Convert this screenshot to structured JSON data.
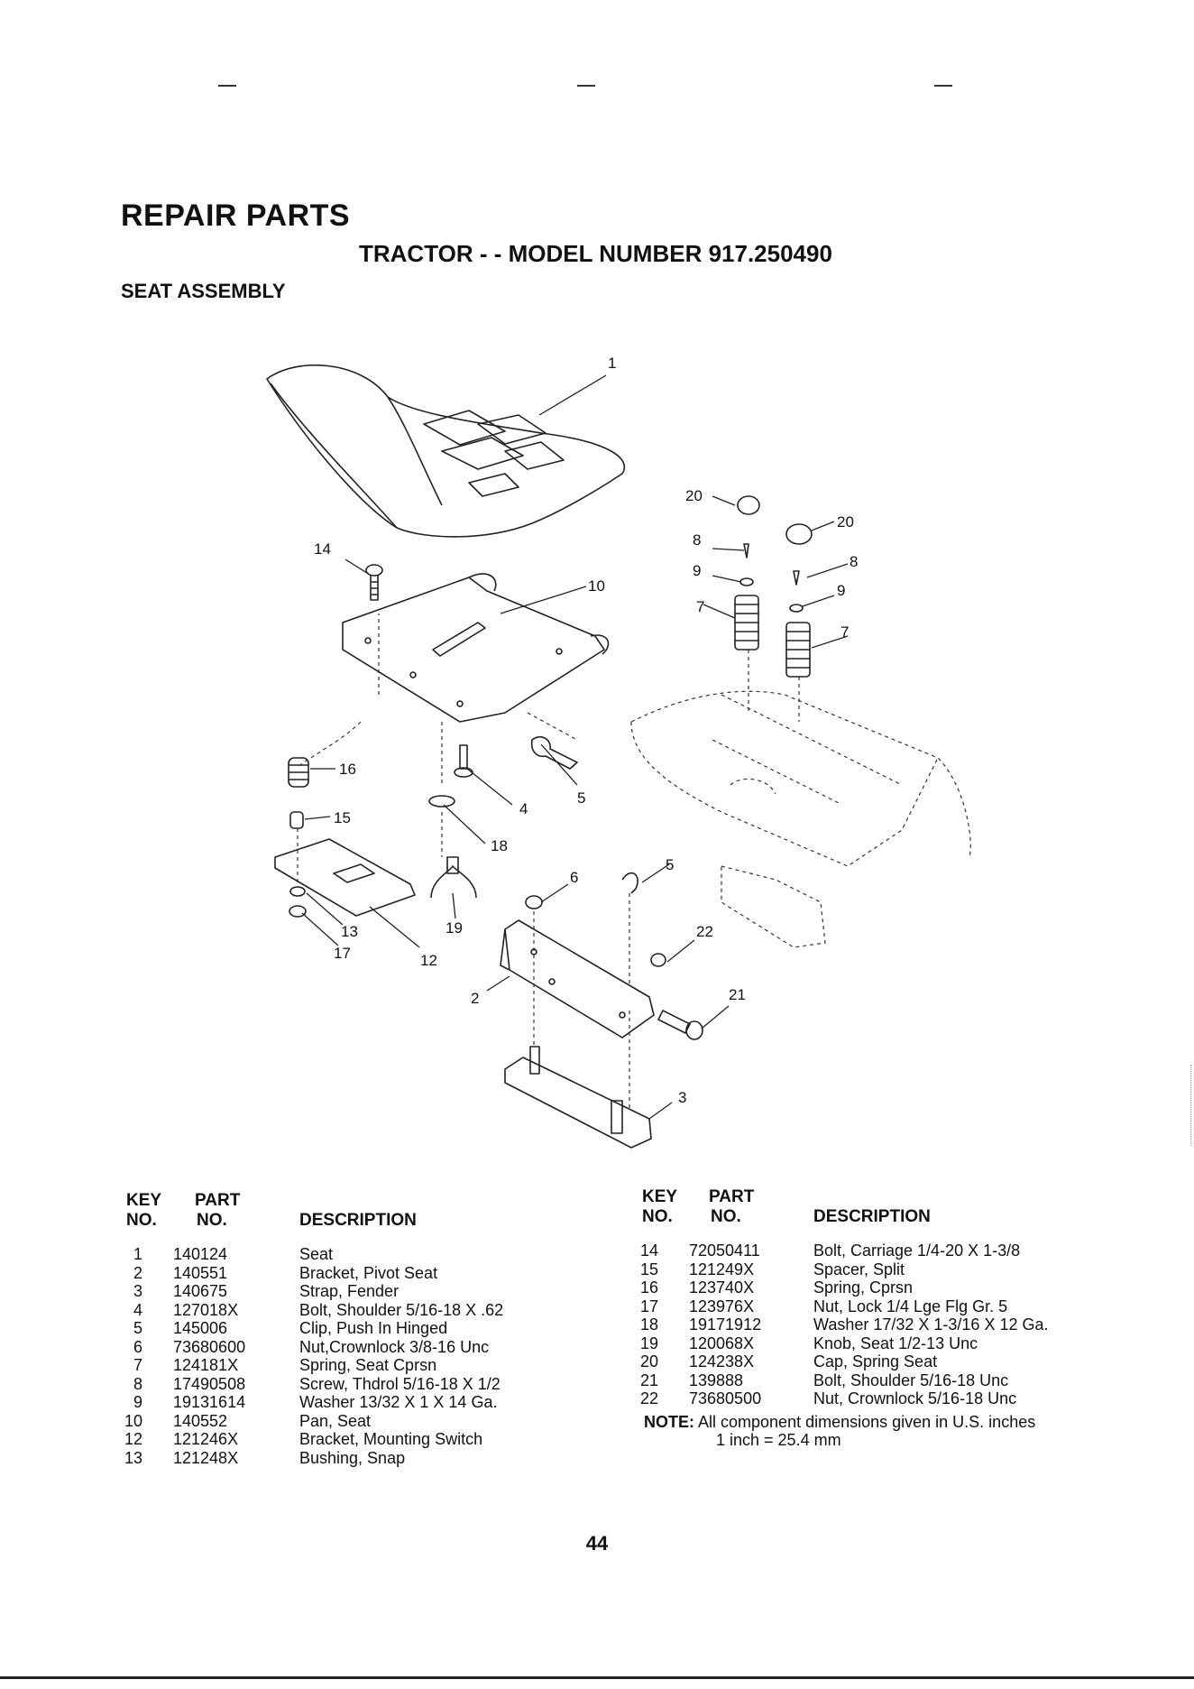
{
  "page": {
    "title": "REPAIR PARTS",
    "subtitle": "TRACTOR - - MODEL NUMBER 917.250490",
    "section": "SEAT ASSEMBLY",
    "page_number": "44"
  },
  "table_headers": {
    "key_top": "KEY",
    "key_bottom": "NO.",
    "part_top": "PART",
    "part_bottom": "NO.",
    "description": "DESCRIPTION"
  },
  "parts_left": [
    {
      "key": "1",
      "part": "140124",
      "desc": "Seat"
    },
    {
      "key": "2",
      "part": "140551",
      "desc": "Bracket, Pivot Seat"
    },
    {
      "key": "3",
      "part": "140675",
      "desc": "Strap, Fender"
    },
    {
      "key": "4",
      "part": "127018X",
      "desc": "Bolt, Shoulder 5/16-18 X .62"
    },
    {
      "key": "5",
      "part": "145006",
      "desc": "Clip, Push In Hinged"
    },
    {
      "key": "6",
      "part": "73680600",
      "desc": "Nut,Crownlock 3/8-16 Unc"
    },
    {
      "key": "7",
      "part": "124181X",
      "desc": "Spring, Seat Cprsn"
    },
    {
      "key": "8",
      "part": "17490508",
      "desc": "Screw, Thdrol 5/16-18 X 1/2"
    },
    {
      "key": "9",
      "part": "19131614",
      "desc": "Washer 13/32 X 1 X 14 Ga."
    },
    {
      "key": "10",
      "part": "140552",
      "desc": "Pan, Seat"
    },
    {
      "key": "12",
      "part": "121246X",
      "desc": "Bracket, Mounting Switch"
    },
    {
      "key": "13",
      "part": "121248X",
      "desc": "Bushing, Snap"
    }
  ],
  "parts_right": [
    {
      "key": "14",
      "part": "72050411",
      "desc": "Bolt, Carriage 1/4-20 X 1-3/8"
    },
    {
      "key": "15",
      "part": "121249X",
      "desc": "Spacer, Split"
    },
    {
      "key": "16",
      "part": "123740X",
      "desc": "Spring, Cprsn"
    },
    {
      "key": "17",
      "part": "123976X",
      "desc": "Nut, Lock 1/4 Lge Flg Gr. 5"
    },
    {
      "key": "18",
      "part": "19171912",
      "desc": "Washer 17/32 X 1-3/16 X 12 Ga."
    },
    {
      "key": "19",
      "part": "120068X",
      "desc": "Knob, Seat 1/2-13 Unc"
    },
    {
      "key": "20",
      "part": "124238X",
      "desc": "Cap, Spring Seat"
    },
    {
      "key": "21",
      "part": "139888",
      "desc": "Bolt, Shoulder 5/16-18 Unc"
    },
    {
      "key": "22",
      "part": "73680500",
      "desc": "Nut, Crownlock 5/16-18 Unc"
    }
  ],
  "note": {
    "label": "NOTE:",
    "line1": "All component dimensions given in U.S. inches",
    "line2": "1 inch = 25.4 mm"
  },
  "callouts": {
    "c1": "1",
    "c2": "2",
    "c3": "3",
    "c4": "4",
    "c5a": "5",
    "c5b": "5",
    "c6": "6",
    "c7a": "7",
    "c7b": "7",
    "c8a": "8",
    "c8b": "8",
    "c9a": "9",
    "c9b": "9",
    "c10": "10",
    "c12": "12",
    "c13": "13",
    "c14": "14",
    "c15": "15",
    "c16": "16",
    "c17": "17",
    "c18": "18",
    "c19": "19",
    "c20a": "20",
    "c20b": "20",
    "c21": "21",
    "c22": "22"
  }
}
